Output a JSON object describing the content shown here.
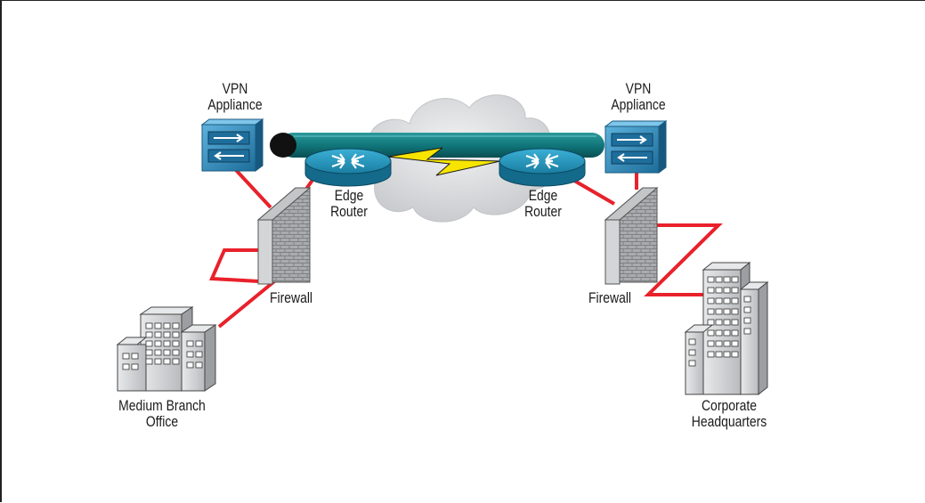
{
  "labels": {
    "vpn_left": [
      "VPN",
      "Appliance"
    ],
    "vpn_right": [
      "VPN",
      "Appliance"
    ],
    "edge_router_left": [
      "Edge",
      "Router"
    ],
    "edge_router_right": [
      "Edge",
      "Router"
    ],
    "firewall_left": "Firewall",
    "firewall_right": "Firewall",
    "branch_office": [
      "Medium Branch",
      "Office"
    ],
    "headquarters": [
      "Corporate",
      "Headquarters"
    ]
  },
  "colors": {
    "link": "#e8212b",
    "tunnel": "#0f7377",
    "router": "#1f8fb3",
    "vpn": "#2a7fb0",
    "lightning": "#f7e500",
    "cloud": "#d9dbdd",
    "building": "#cfd1d3"
  },
  "icons": [
    "vpn-appliance-icon",
    "router-icon",
    "firewall-icon",
    "building-icon",
    "cloud-icon",
    "lightning-icon",
    "tunnel-icon"
  ]
}
